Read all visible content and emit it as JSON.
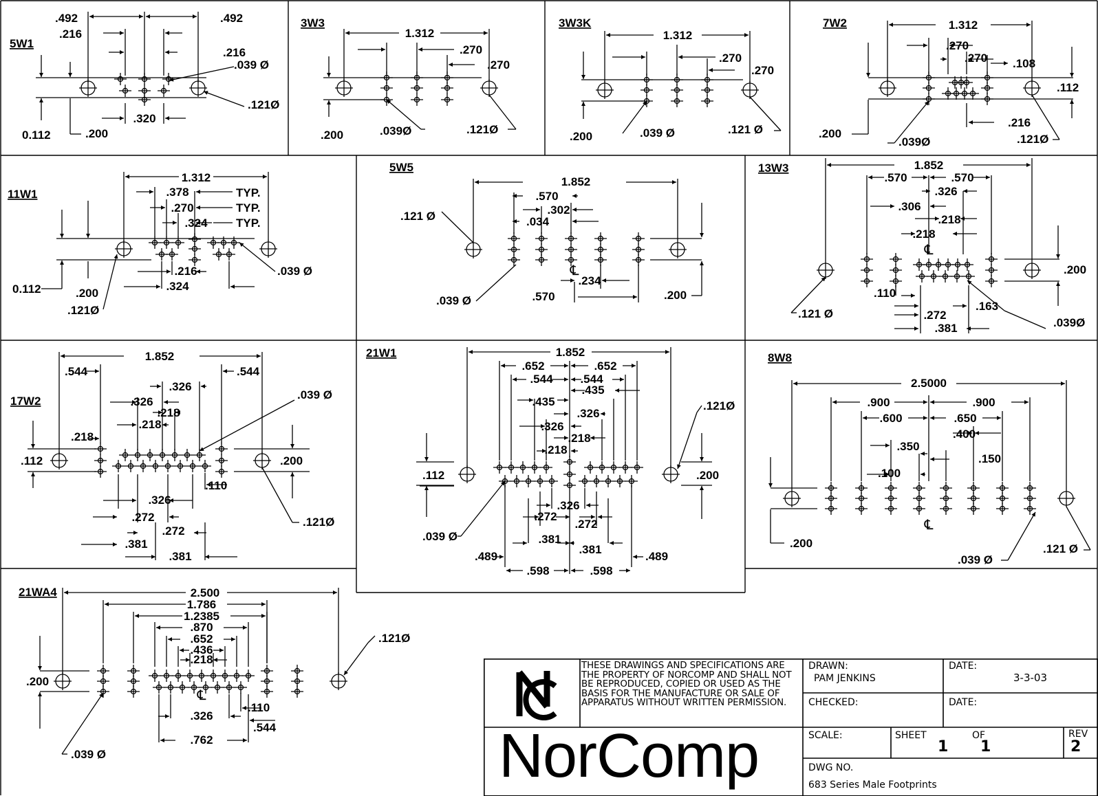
{
  "panels": [
    {
      "id": "5w1",
      "label": "5W1",
      "dims": [
        ".492",
        ".492",
        ".216",
        ".216",
        ".039 Ø",
        ".121Ø",
        "0.112",
        ".200",
        ".320"
      ]
    },
    {
      "id": "3w3",
      "label": "3W3",
      "dims": [
        "1.312",
        ".270",
        ".270",
        ".200",
        ".039Ø",
        ".121Ø"
      ]
    },
    {
      "id": "3w3k",
      "label": "3W3K",
      "dims": [
        "1.312",
        ".270",
        ".270",
        ".200",
        ".039 Ø",
        ".121 Ø"
      ]
    },
    {
      "id": "7w2",
      "label": "7W2",
      "dims": [
        "1.312",
        ".270",
        ".270",
        ".108",
        ".112",
        ".200",
        ".216",
        ".039Ø",
        ".121Ø"
      ]
    },
    {
      "id": "11w1",
      "label": "11W1",
      "dims": [
        "1.312",
        ".378",
        "TYP.",
        ".270",
        "TYP.",
        ".324",
        "TYP.",
        ".039 Ø",
        "0.112",
        ".200",
        ".216",
        ".324",
        ".121Ø"
      ]
    },
    {
      "id": "5w5",
      "label": "5W5",
      "dims": [
        "1.852",
        ".570",
        ".302",
        ".034",
        ".121 Ø",
        ".039 Ø",
        ".234",
        ".570",
        ".200"
      ]
    },
    {
      "id": "13w3",
      "label": "13W3",
      "dims": [
        "1.852",
        ".570",
        ".570",
        ".326",
        ".306",
        ".218",
        ".218",
        ".200",
        ".121 Ø",
        ".110",
        ".163",
        ".272",
        ".381",
        ".039Ø"
      ]
    },
    {
      "id": "17w2",
      "label": "17W2",
      "dims": [
        "1.852",
        ".544",
        ".544",
        ".326",
        ".326",
        ".218",
        ".218",
        ".218",
        ".039 Ø",
        ".112",
        ".200",
        ".110",
        ".326",
        ".272",
        ".272",
        ".381",
        ".381",
        ".121Ø"
      ]
    },
    {
      "id": "21w1",
      "label": "21W1",
      "dims": [
        "1.852",
        ".652",
        ".652",
        ".544",
        ".544",
        ".435",
        ".435",
        ".326",
        ".326",
        ".218",
        ".218",
        ".121Ø",
        ".112",
        ".200",
        ".326",
        ".272",
        ".272",
        ".381",
        ".381",
        ".039 Ø",
        ".489",
        ".489",
        ".598",
        ".598"
      ]
    },
    {
      "id": "8w8",
      "label": "8W8",
      "dims": [
        "2.5000",
        ".900",
        ".900",
        ".600",
        ".650",
        ".400",
        ".350",
        ".150",
        ".100",
        ".200",
        ".039 Ø",
        ".121 Ø"
      ]
    },
    {
      "id": "21wa4",
      "label": "21WA4",
      "dims": [
        "2.500",
        "1.786",
        "1.2385",
        ".870",
        ".652",
        ".436",
        ".218",
        ".121Ø",
        ".200",
        ".110",
        ".326",
        ".544",
        ".762",
        ".039 Ø"
      ]
    }
  ],
  "title_block": {
    "notice": "THESE DRAWINGS AND SPECIFICATIONS ARE THE PROPERTY OF NorComp AND SHALL NOT BE REPRODUCED, COPIED OR USED AS THE BASIS FOR THE MANUFACTURE OR SALE OF APPARATUS WITHOUT WRITTEN PERMISSION.",
    "brand": "NorComp",
    "drawn_label": "DRAWN:",
    "drawn_value": "PAM JENKINS",
    "date_label": "DATE:",
    "date_value": "3-3-03",
    "checked_label": "CHECKED:",
    "checked_date_label": "DATE:",
    "scale_label": "SCALE:",
    "sheet_label": "SHEET",
    "sheet_value": "1",
    "of_label": "OF",
    "of_value": "1",
    "rev_label": "REV",
    "rev_value": "2",
    "dwg_no_label": "DWG NO.",
    "dwg_no_value": "683 Series Male Footprints"
  }
}
